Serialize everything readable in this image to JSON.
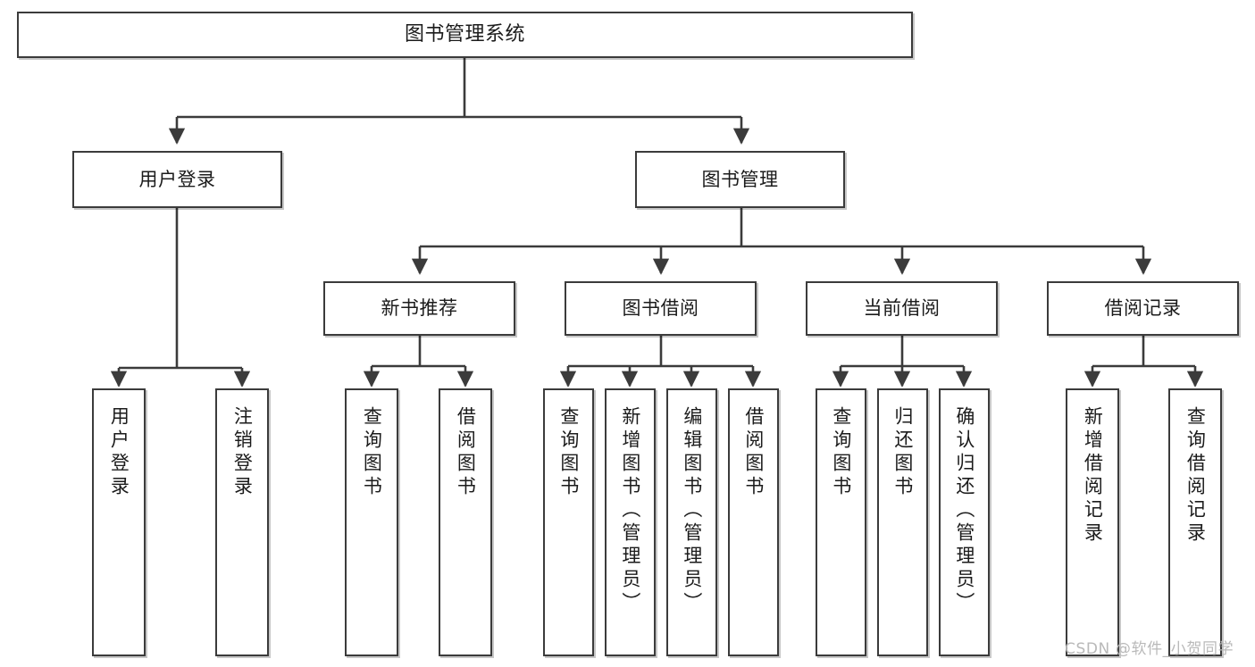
{
  "diagram": {
    "title": "图书管理系统",
    "type": "tree-hierarchy-chart",
    "background_color": "#ffffff",
    "line_color": "#3b3b3b",
    "box_border_color": "#3b3b3b",
    "text_color": "#1b1b1b"
  },
  "nodes": {
    "root": {
      "label": "图书管理系统"
    },
    "level2": [
      {
        "label": "用户登录"
      },
      {
        "label": "图书管理"
      }
    ],
    "level3": [
      {
        "label": "新书推荐"
      },
      {
        "label": "图书借阅"
      },
      {
        "label": "当前借阅"
      },
      {
        "label": "借阅记录"
      }
    ],
    "leaves": {
      "user_login": [
        {
          "label": "用户登录"
        },
        {
          "label": "注销登录"
        }
      ],
      "new_book_recommend": [
        {
          "label": "查询图书"
        },
        {
          "label": "借阅图书"
        }
      ],
      "book_borrow": [
        {
          "label": "查询图书"
        },
        {
          "label": "新增图书（管理员）"
        },
        {
          "label": "编辑图书（管理员）"
        },
        {
          "label": "借阅图书"
        }
      ],
      "current_borrow": [
        {
          "label": "查询图书"
        },
        {
          "label": "归还图书"
        },
        {
          "label": "确认归还（管理员）"
        }
      ],
      "borrow_records": [
        {
          "label": "新增借阅记录"
        },
        {
          "label": "查询借阅记录"
        }
      ]
    }
  },
  "watermark": {
    "text": "CSDN @软件_小贺同学"
  }
}
